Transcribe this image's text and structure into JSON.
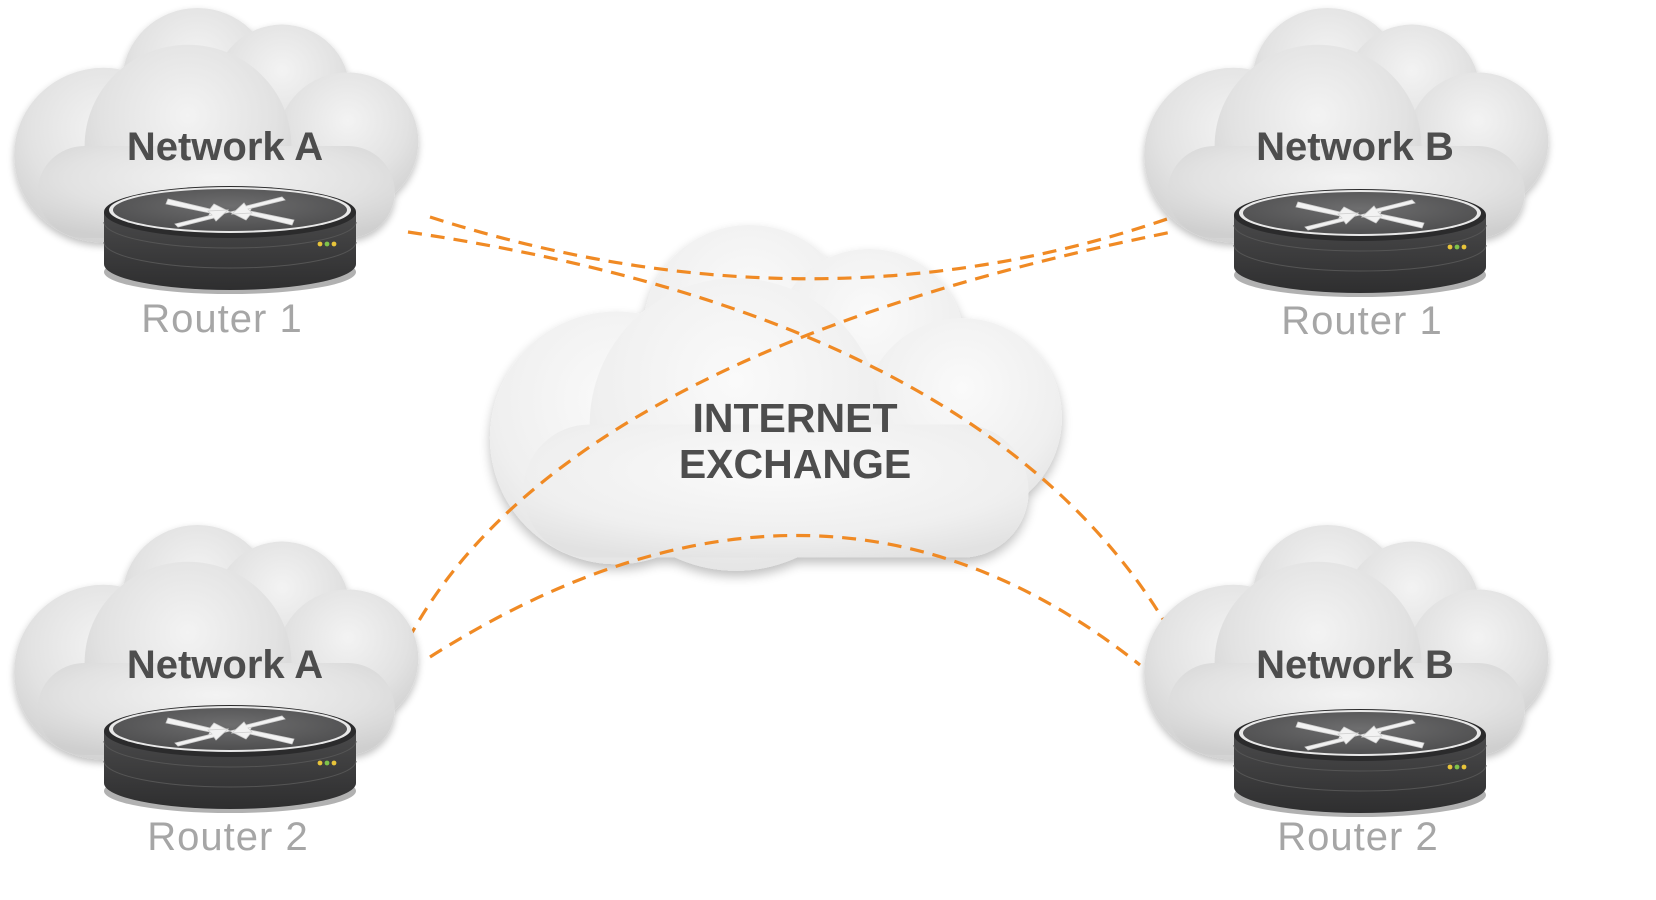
{
  "colors": {
    "link": "#f08a24",
    "cloud": "#e4e4e4",
    "router_top": "#5f5f60",
    "router_body": "#3f3f40",
    "network_text": "#4d4d4d",
    "router_text": "#a6a6a6",
    "led_1": "#e8c43a",
    "led_2": "#7fc24a",
    "led_3": "#e8c43a"
  },
  "exchange": {
    "line1": "INTERNET",
    "line2": "EXCHANGE"
  },
  "sites": [
    {
      "network": "Network A",
      "router": "Router 1",
      "icon": "router-icon"
    },
    {
      "network": "Network B",
      "router": "Router 1",
      "icon": "router-icon"
    },
    {
      "network": "Network A",
      "router": "Router 2",
      "icon": "router-icon"
    },
    {
      "network": "Network B",
      "router": "Router 2",
      "icon": "router-icon"
    }
  ]
}
